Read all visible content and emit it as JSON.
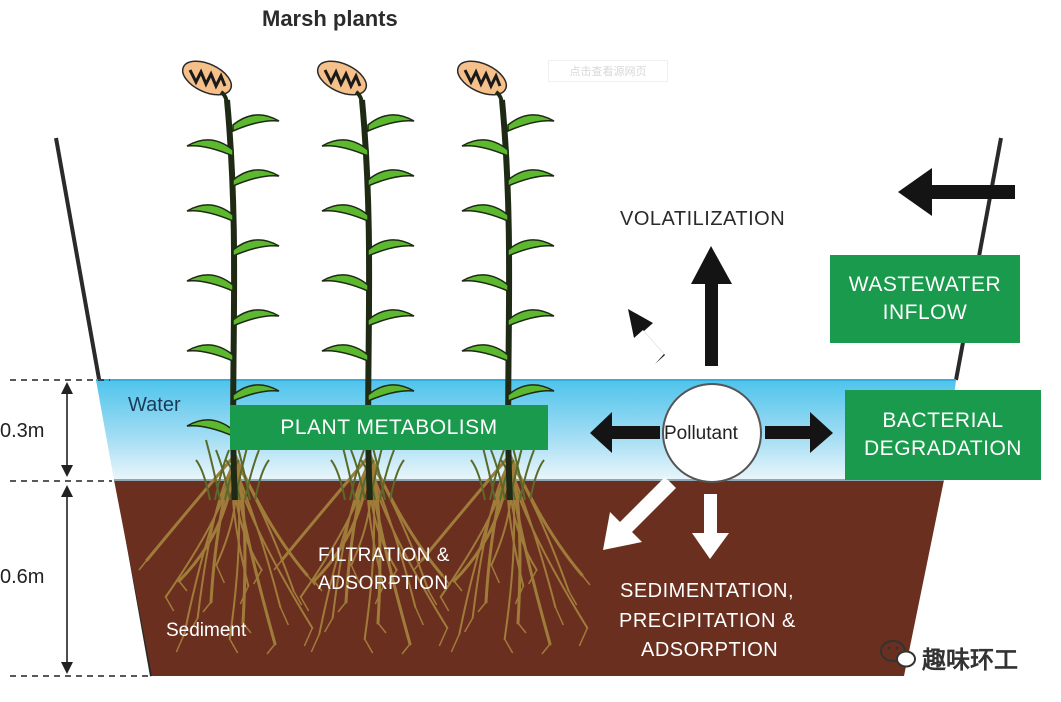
{
  "title": "Marsh plants",
  "labels": {
    "volatilization": "VOLATILIZATION",
    "water": "Water",
    "pollutant": "Pollutant",
    "filtration_line1": "FILTRATION &",
    "filtration_line2": "ADSORPTION",
    "sediment": "Sediment",
    "sedimentation_line1": "SEDIMENTATION,",
    "sedimentation_line2": "PRECIPITATION &",
    "sedimentation_line3": "ADSORPTION"
  },
  "boxes": {
    "plant_metabolism": "PLANT METABOLISM",
    "wastewater_line1": "WASTEWATER",
    "wastewater_line2": "INFLOW",
    "bacterial_line1": "BACTERIAL",
    "bacterial_line2": "DEGRADATION"
  },
  "dimensions": {
    "water_depth": "0.3m",
    "sediment_depth": "0.6m"
  },
  "watermark": {
    "top_text": "点击查看源网页",
    "brand": "趣味环工"
  },
  "colors": {
    "water_top": "#4fc4ec",
    "water_bottom": "#eaf6fb",
    "sediment": "#6b2f1f",
    "box_green": "#1a9a4c",
    "root": "#a07c3a",
    "stem": "#1f2a14",
    "leaf": "#5cb82e",
    "flower": "#f6c08a"
  }
}
